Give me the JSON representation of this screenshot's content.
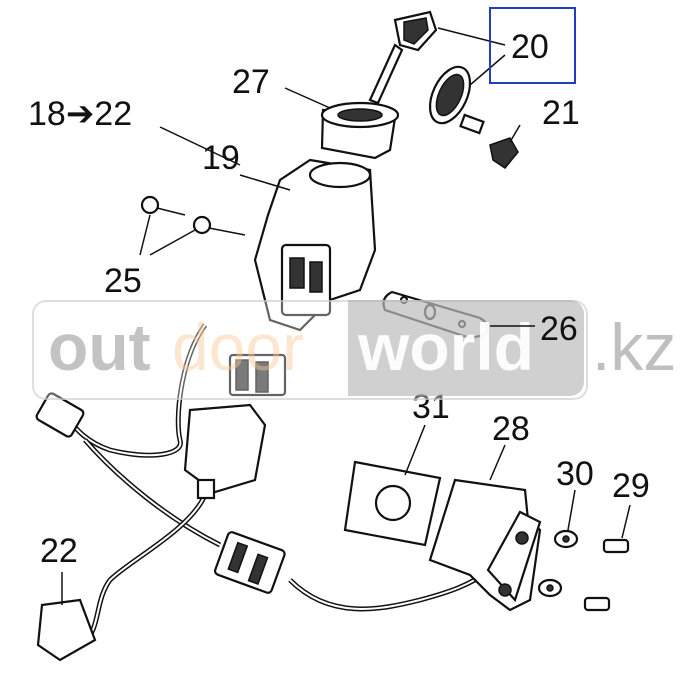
{
  "diagram": {
    "labels": {
      "keys": "20",
      "key_cap": "21",
      "lock_cylinder": "27",
      "range_ref": "18➔22",
      "ignition_switch": "19",
      "screws": "25",
      "plate": "26",
      "pad": "31",
      "bracket": "28",
      "washer": "30",
      "bolt": "29",
      "harness": "22"
    },
    "highlight_color": "#1f3fbf"
  },
  "watermark": {
    "part1": "out",
    "part2": "door",
    "part3": "world",
    "part4": ".kz"
  }
}
